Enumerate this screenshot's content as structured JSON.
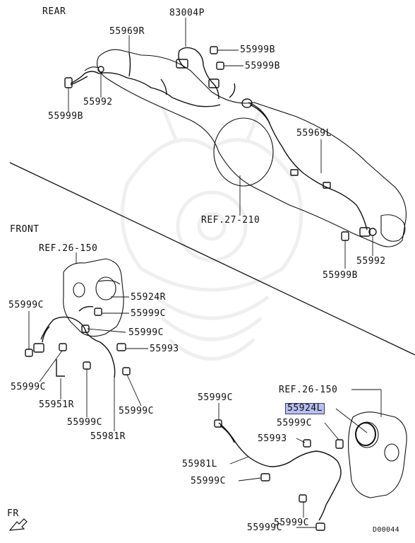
{
  "sections": {
    "rear": "REAR",
    "front": "FRONT",
    "fr": "FR"
  },
  "diagram_code": "D00044",
  "parts": {
    "p83004P": "83004P",
    "p55969R": "55969R",
    "p55999B_1": "55999B",
    "p55999B_2": "55999B",
    "p55992_1": "55992",
    "p55999B_3": "55999B",
    "p55969L": "55969L",
    "ref27_210": "REF.27-210",
    "p55992_2": "55992",
    "p55999B_4": "55999B",
    "ref26_150_a": "REF.26-150",
    "p55924R": "55924R",
    "p55999C_1": "55999C",
    "p55999C_2": "55999C",
    "p55999C_3": "55999C",
    "p55993_1": "55993",
    "p55999C_4": "55999C",
    "p55951R": "55951R",
    "p55999C_5": "55999C",
    "p55999C_6": "55999C",
    "p55981R": "55981R",
    "p55999C_7": "55999C",
    "ref26_150_b": "REF.26-150",
    "p55924L": "55924L",
    "p55999C_8": "55999C",
    "p55993_2": "55993",
    "p55981L": "55981L",
    "p55999C_9": "55999C",
    "p55999C_10": "55999C",
    "p55999C_11": "55999C"
  },
  "highlight_color": "#b8bff0"
}
